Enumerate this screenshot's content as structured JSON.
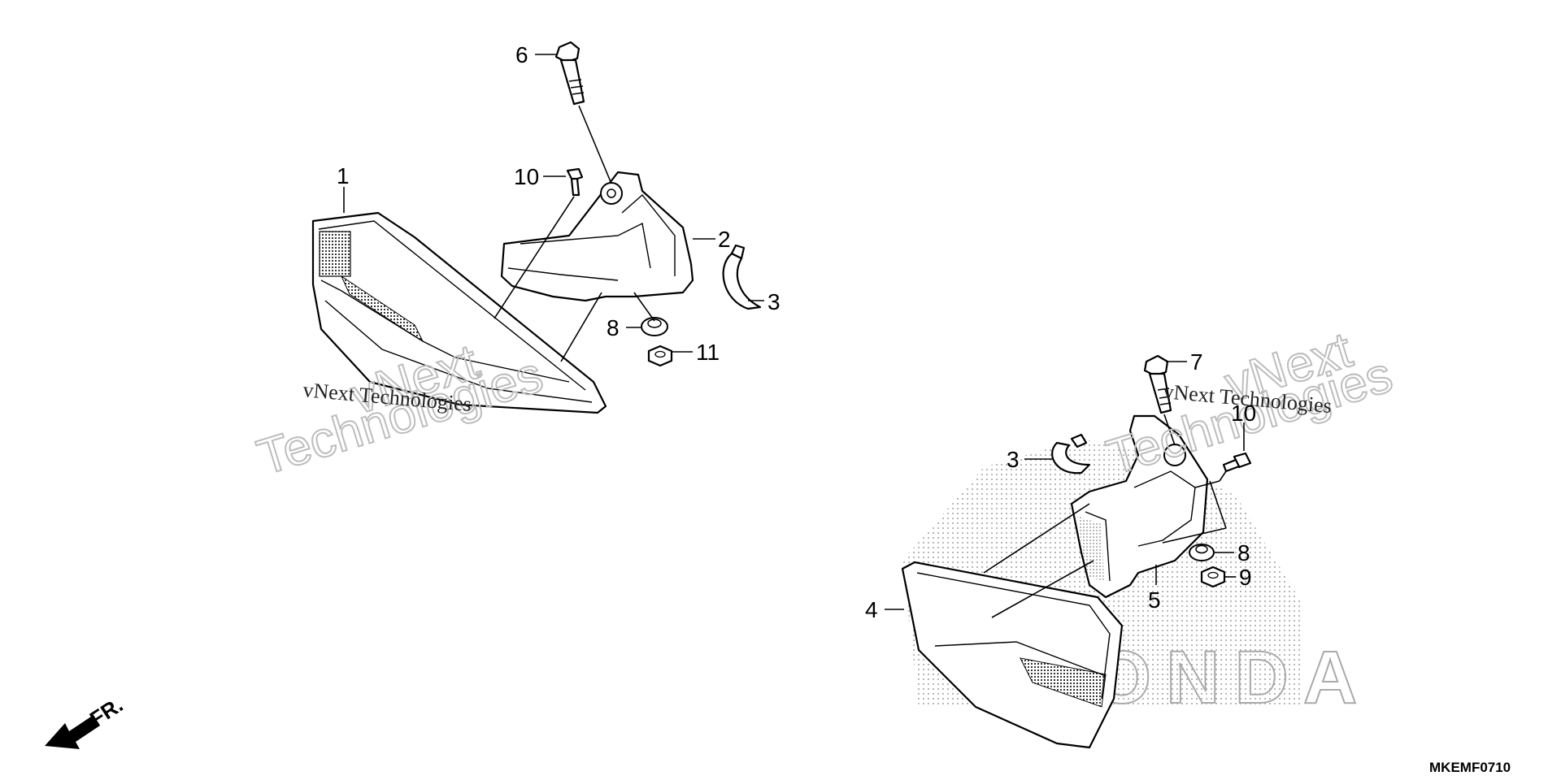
{
  "callouts": [
    {
      "id": "1",
      "label": "1"
    },
    {
      "id": "2",
      "label": "2"
    },
    {
      "id": "3a",
      "label": "3"
    },
    {
      "id": "3b",
      "label": "3"
    },
    {
      "id": "4",
      "label": "4"
    },
    {
      "id": "5",
      "label": "5"
    },
    {
      "id": "6",
      "label": "6"
    },
    {
      "id": "7",
      "label": "7"
    },
    {
      "id": "8a",
      "label": "8"
    },
    {
      "id": "8b",
      "label": "8"
    },
    {
      "id": "9",
      "label": "9"
    },
    {
      "id": "10a",
      "label": "10"
    },
    {
      "id": "10b",
      "label": "10"
    },
    {
      "id": "11",
      "label": "11"
    }
  ],
  "watermark": {
    "small_text": "vNext Technologies",
    "big_word_1": "vNext",
    "big_word_2": "Technologies"
  },
  "direction_indicator": "FR.",
  "drawing_code": "MKEMF0710",
  "brand_watermark": "HONDA"
}
